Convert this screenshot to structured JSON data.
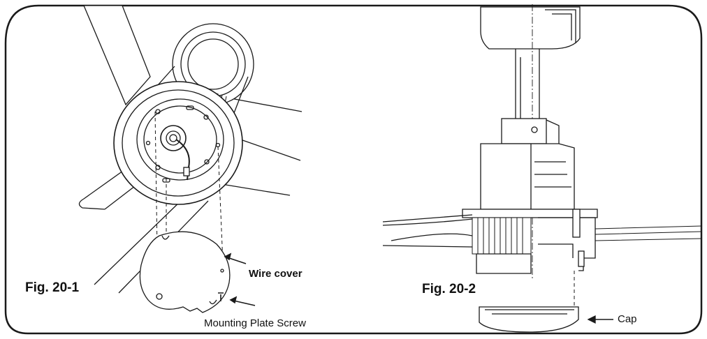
{
  "labels": {
    "fig1": "Fig. 20-1",
    "fig2": "Fig. 20-2",
    "wire_cover": "Wire cover",
    "mounting_plate_screw": "Mounting Plate Screw",
    "cap": "Cap"
  },
  "colors": {
    "line": "#1a1a1a",
    "panel_border": "#1a1a1a",
    "background": "#ffffff"
  }
}
